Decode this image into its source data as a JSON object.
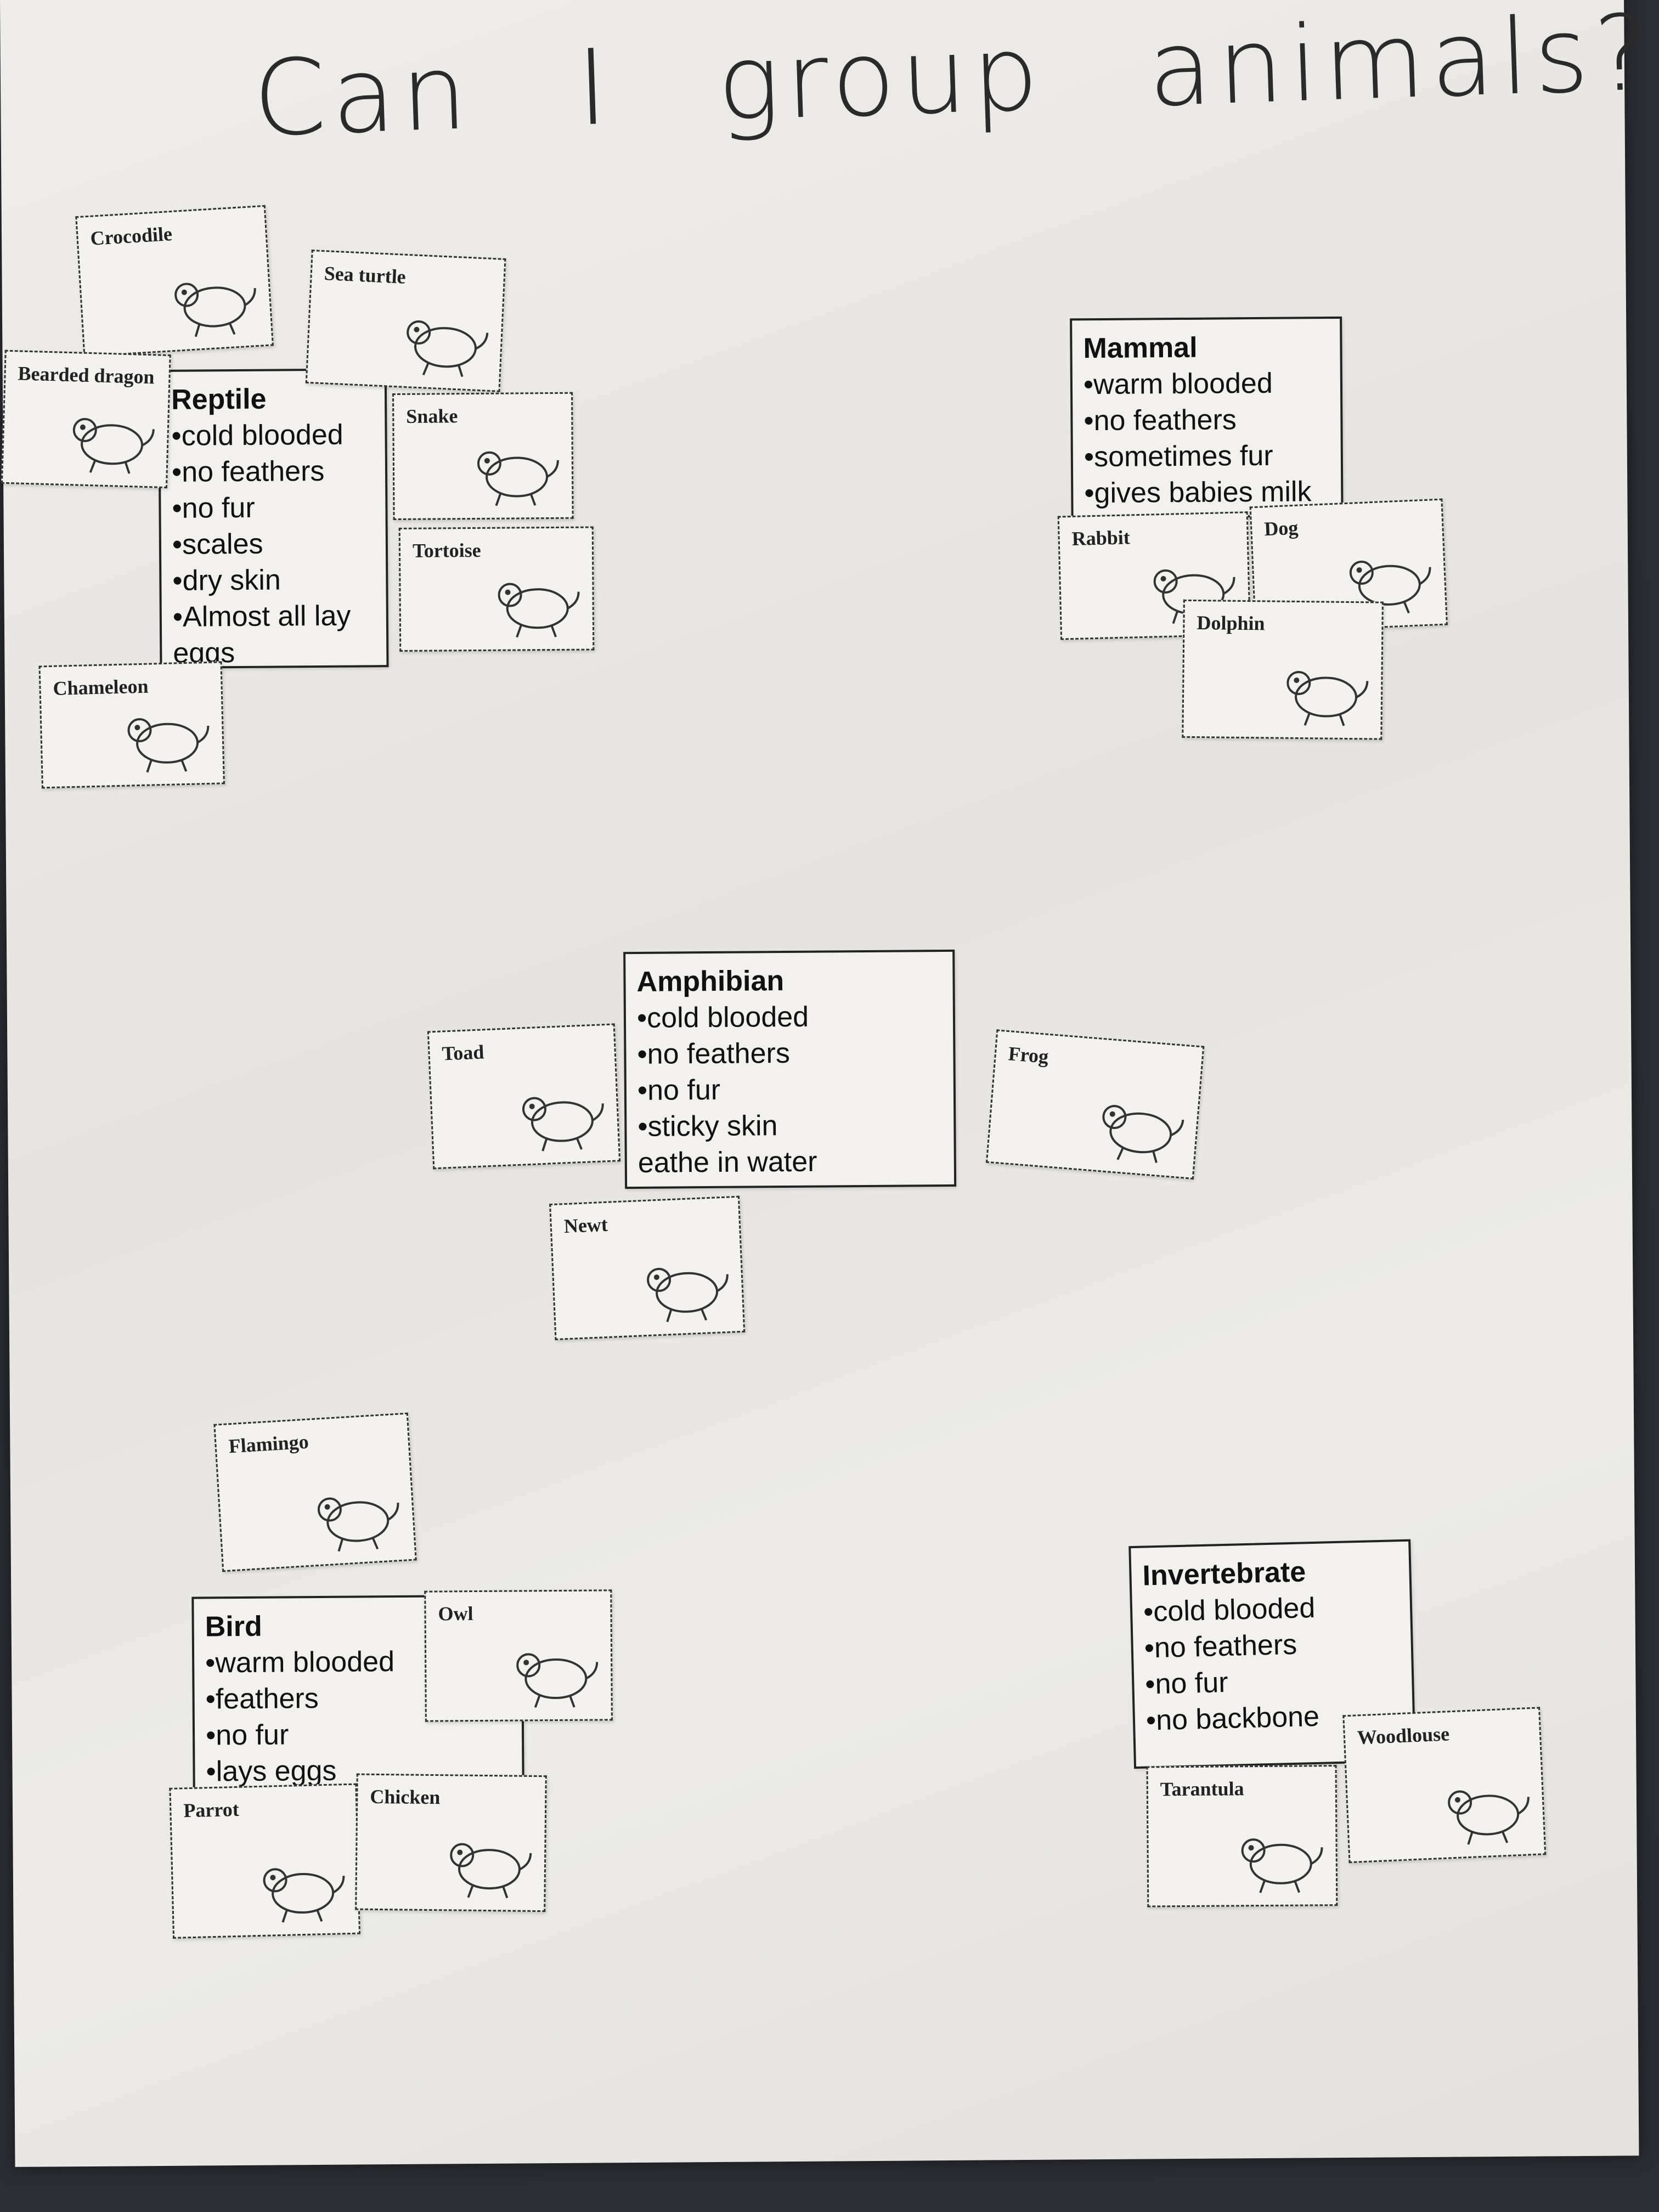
{
  "title": "Can I group animals?",
  "groups": [
    {
      "heading": "Reptile",
      "traits": [
        "•cold blooded",
        "•no feathers",
        "•no fur",
        "•scales",
        "•dry skin",
        "•Almost all lay",
        "eggs"
      ]
    },
    {
      "heading": "Mammal",
      "traits": [
        "•warm blooded",
        "•no feathers",
        "•sometimes fur",
        "•gives babies milk"
      ]
    },
    {
      "heading": "Amphibian",
      "traits": [
        "•cold blooded",
        "•no feathers",
        "•no fur",
        "•sticky skin",
        "eathe in water"
      ]
    },
    {
      "heading": "Bird",
      "traits": [
        "•warm blooded",
        "•feathers",
        "•no fur",
        "•lays eggs"
      ]
    },
    {
      "heading": "Invertebrate",
      "traits": [
        "•cold blooded",
        "•no feathers",
        "•no fur",
        "•no backbone"
      ]
    }
  ],
  "animals": [
    {
      "name": "Crocodile",
      "icon": "crocodile-icon"
    },
    {
      "name": "Sea turtle",
      "icon": "sea-turtle-icon"
    },
    {
      "name": "Bearded dragon",
      "icon": "lizard-icon"
    },
    {
      "name": "Snake",
      "icon": "snake-icon"
    },
    {
      "name": "Tortoise",
      "icon": "tortoise-icon"
    },
    {
      "name": "Chameleon",
      "icon": "chameleon-icon"
    },
    {
      "name": "Rabbit",
      "icon": "rabbit-icon"
    },
    {
      "name": "Dog",
      "icon": "dog-icon"
    },
    {
      "name": "Dolphin",
      "icon": "dolphin-icon"
    },
    {
      "name": "Toad",
      "icon": "toad-icon"
    },
    {
      "name": "Newt",
      "icon": "newt-icon"
    },
    {
      "name": "Frog",
      "icon": "frog-icon"
    },
    {
      "name": "Flamingo",
      "icon": "flamingo-icon"
    },
    {
      "name": "Owl",
      "icon": "owl-icon"
    },
    {
      "name": "Parrot",
      "icon": "parrot-icon"
    },
    {
      "name": "Chicken",
      "icon": "chicken-icon"
    },
    {
      "name": "Tarantula",
      "icon": "tarantula-icon"
    },
    {
      "name": "Woodlouse",
      "icon": "woodlouse-icon"
    }
  ]
}
